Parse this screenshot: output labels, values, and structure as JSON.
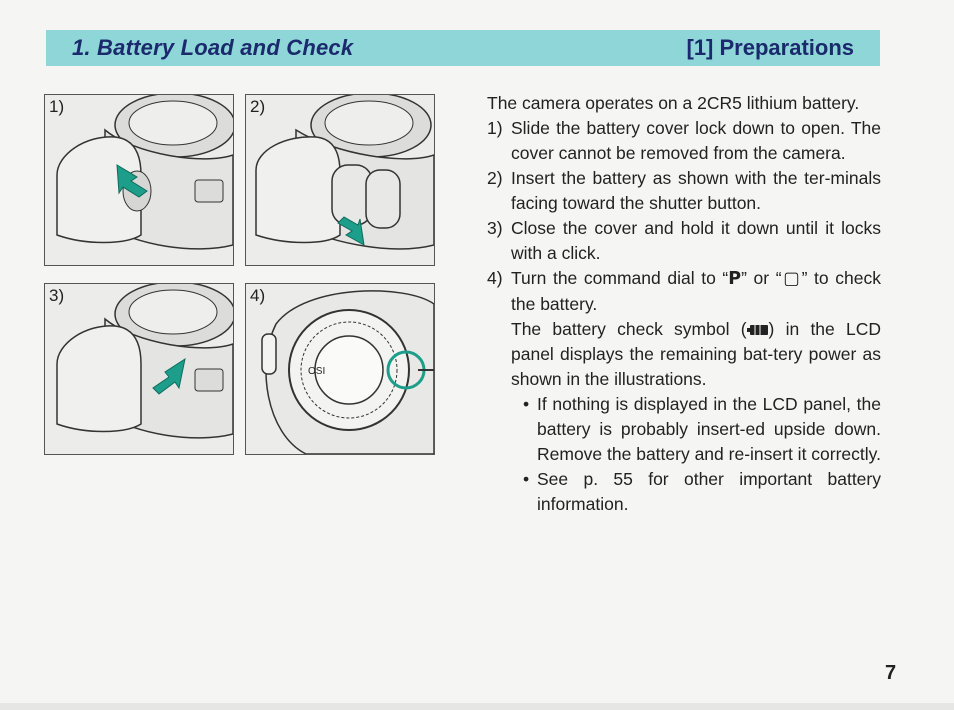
{
  "header": {
    "section_title": "1. Battery Load and Check",
    "chapter_title": "[1] Preparations"
  },
  "figures": [
    {
      "label": "1)",
      "icon": "camera-battery-cover-lock-illustration"
    },
    {
      "label": "2)",
      "icon": "camera-battery-insert-illustration"
    },
    {
      "label": "3)",
      "icon": "camera-battery-cover-close-illustration"
    },
    {
      "label": "4)",
      "icon": "command-dial-illustration"
    }
  ],
  "dial_text": "OSI",
  "intro": "The camera operates on a 2CR5 lithium battery.",
  "steps": [
    {
      "num": "1)",
      "text": "Slide the battery cover lock down to open. The cover cannot be removed from the camera."
    },
    {
      "num": "2)",
      "text": "Insert the battery as shown with the ter-minals facing toward the shutter button."
    },
    {
      "num": "3)",
      "text": "Close the cover and hold it down until it locks with a click."
    },
    {
      "num": "4)",
      "text_a": "Turn the command dial to “",
      "sym_p": "P",
      "text_b": "” or “",
      "sym_box": "▢",
      "text_c": "” to check the battery."
    }
  ],
  "check_para": {
    "text_a": "The battery check symbol (",
    "text_b": ") in the LCD panel displays the remaining bat-tery power as shown in the illustrations."
  },
  "bullets": [
    "If nothing is displayed in the LCD panel, the battery is probably insert-ed upside down. Remove the battery and re-insert it correctly.",
    "See p. 55 for other important battery information."
  ],
  "bullet_char": "•",
  "page_number": "7",
  "colors": {
    "header_band": "#8fd6d8",
    "header_text": "#1a2a6c",
    "arrow": "#1d9e8a"
  }
}
